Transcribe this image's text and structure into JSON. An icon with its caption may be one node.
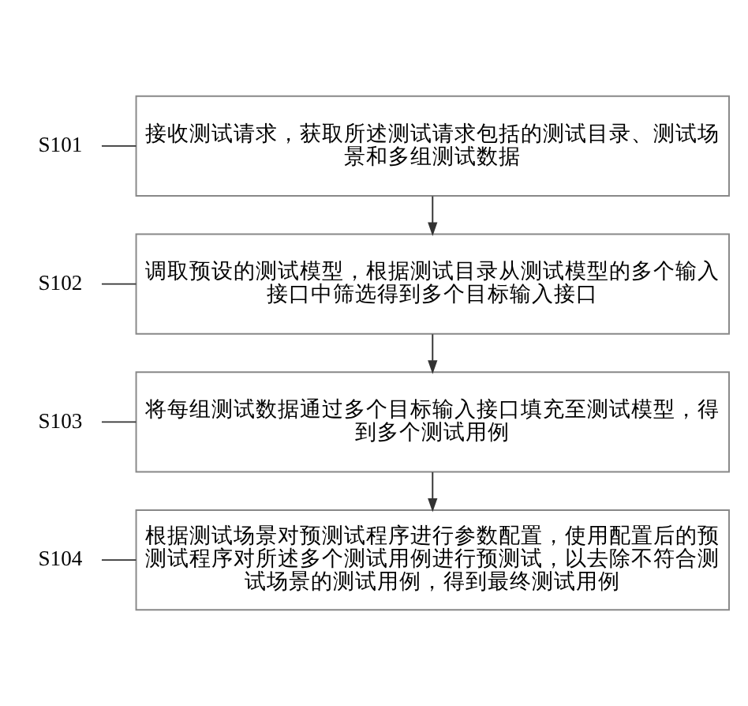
{
  "diagram": {
    "nodes": [
      {
        "text": [
          "S101"
        ]
      },
      {
        "text": [
          "接收测试请求，获取所述测试请求包括的测试目录、测试场景和多组测试数据"
        ]
      },
      {
        "text": [
          "S102"
        ]
      },
      {
        "text": [
          "调取预设的测试模型，根据测试目录从测试模型的多个输入接口中筛选得到多个目标输入接口"
        ]
      },
      {
        "text": [
          "S103"
        ]
      },
      {
        "text": [
          "将每组测试数据通过多个目标输入接口填充至测试模型，得到多个测试用例"
        ]
      },
      {
        "text": [
          "S104"
        ]
      },
      {
        "text": [
          "根据测试场景对预测试程序进行参数配置，使用配置后的预测试程序对所述多个测试用例进行预测试，以去除不符合测试场景的测试用例，得到最终测试用例"
        ]
      }
    ],
    "edges": [
      {
        "from": 0,
        "to": 1,
        "arrow": "none"
      },
      {
        "from": 1,
        "to": 3,
        "arrow": "to"
      },
      {
        "from": 2,
        "to": 3,
        "arrow": "none"
      },
      {
        "from": 3,
        "to": 5,
        "arrow": "to"
      },
      {
        "from": 4,
        "to": 5,
        "arrow": "none"
      },
      {
        "from": 5,
        "to": 7,
        "arrow": "to"
      },
      {
        "from": 6,
        "to": 7,
        "arrow": "none"
      }
    ]
  }
}
